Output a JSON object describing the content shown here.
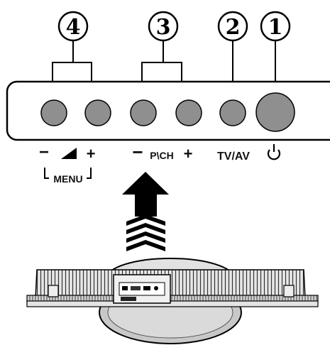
{
  "callouts": {
    "n1": "1",
    "n2": "2",
    "n3": "3",
    "n4": "4"
  },
  "labels": {
    "volume_minus": "−",
    "volume_plus": "+",
    "menu": "MENU",
    "program_minus": "−",
    "program": "P\\CH",
    "program_plus": "+",
    "tv_av": "TV/AV",
    "power_symbol": "⏻"
  },
  "icons": {
    "volume": "volume-ramp-icon",
    "power": "power-icon",
    "arrow": "up-arrow-icon"
  },
  "colors": {
    "button_fill": "#8f8f8f",
    "panel_stroke": "#111111",
    "stand_fill": "#bdbdbd",
    "base_fill": "#d9d9d9"
  }
}
